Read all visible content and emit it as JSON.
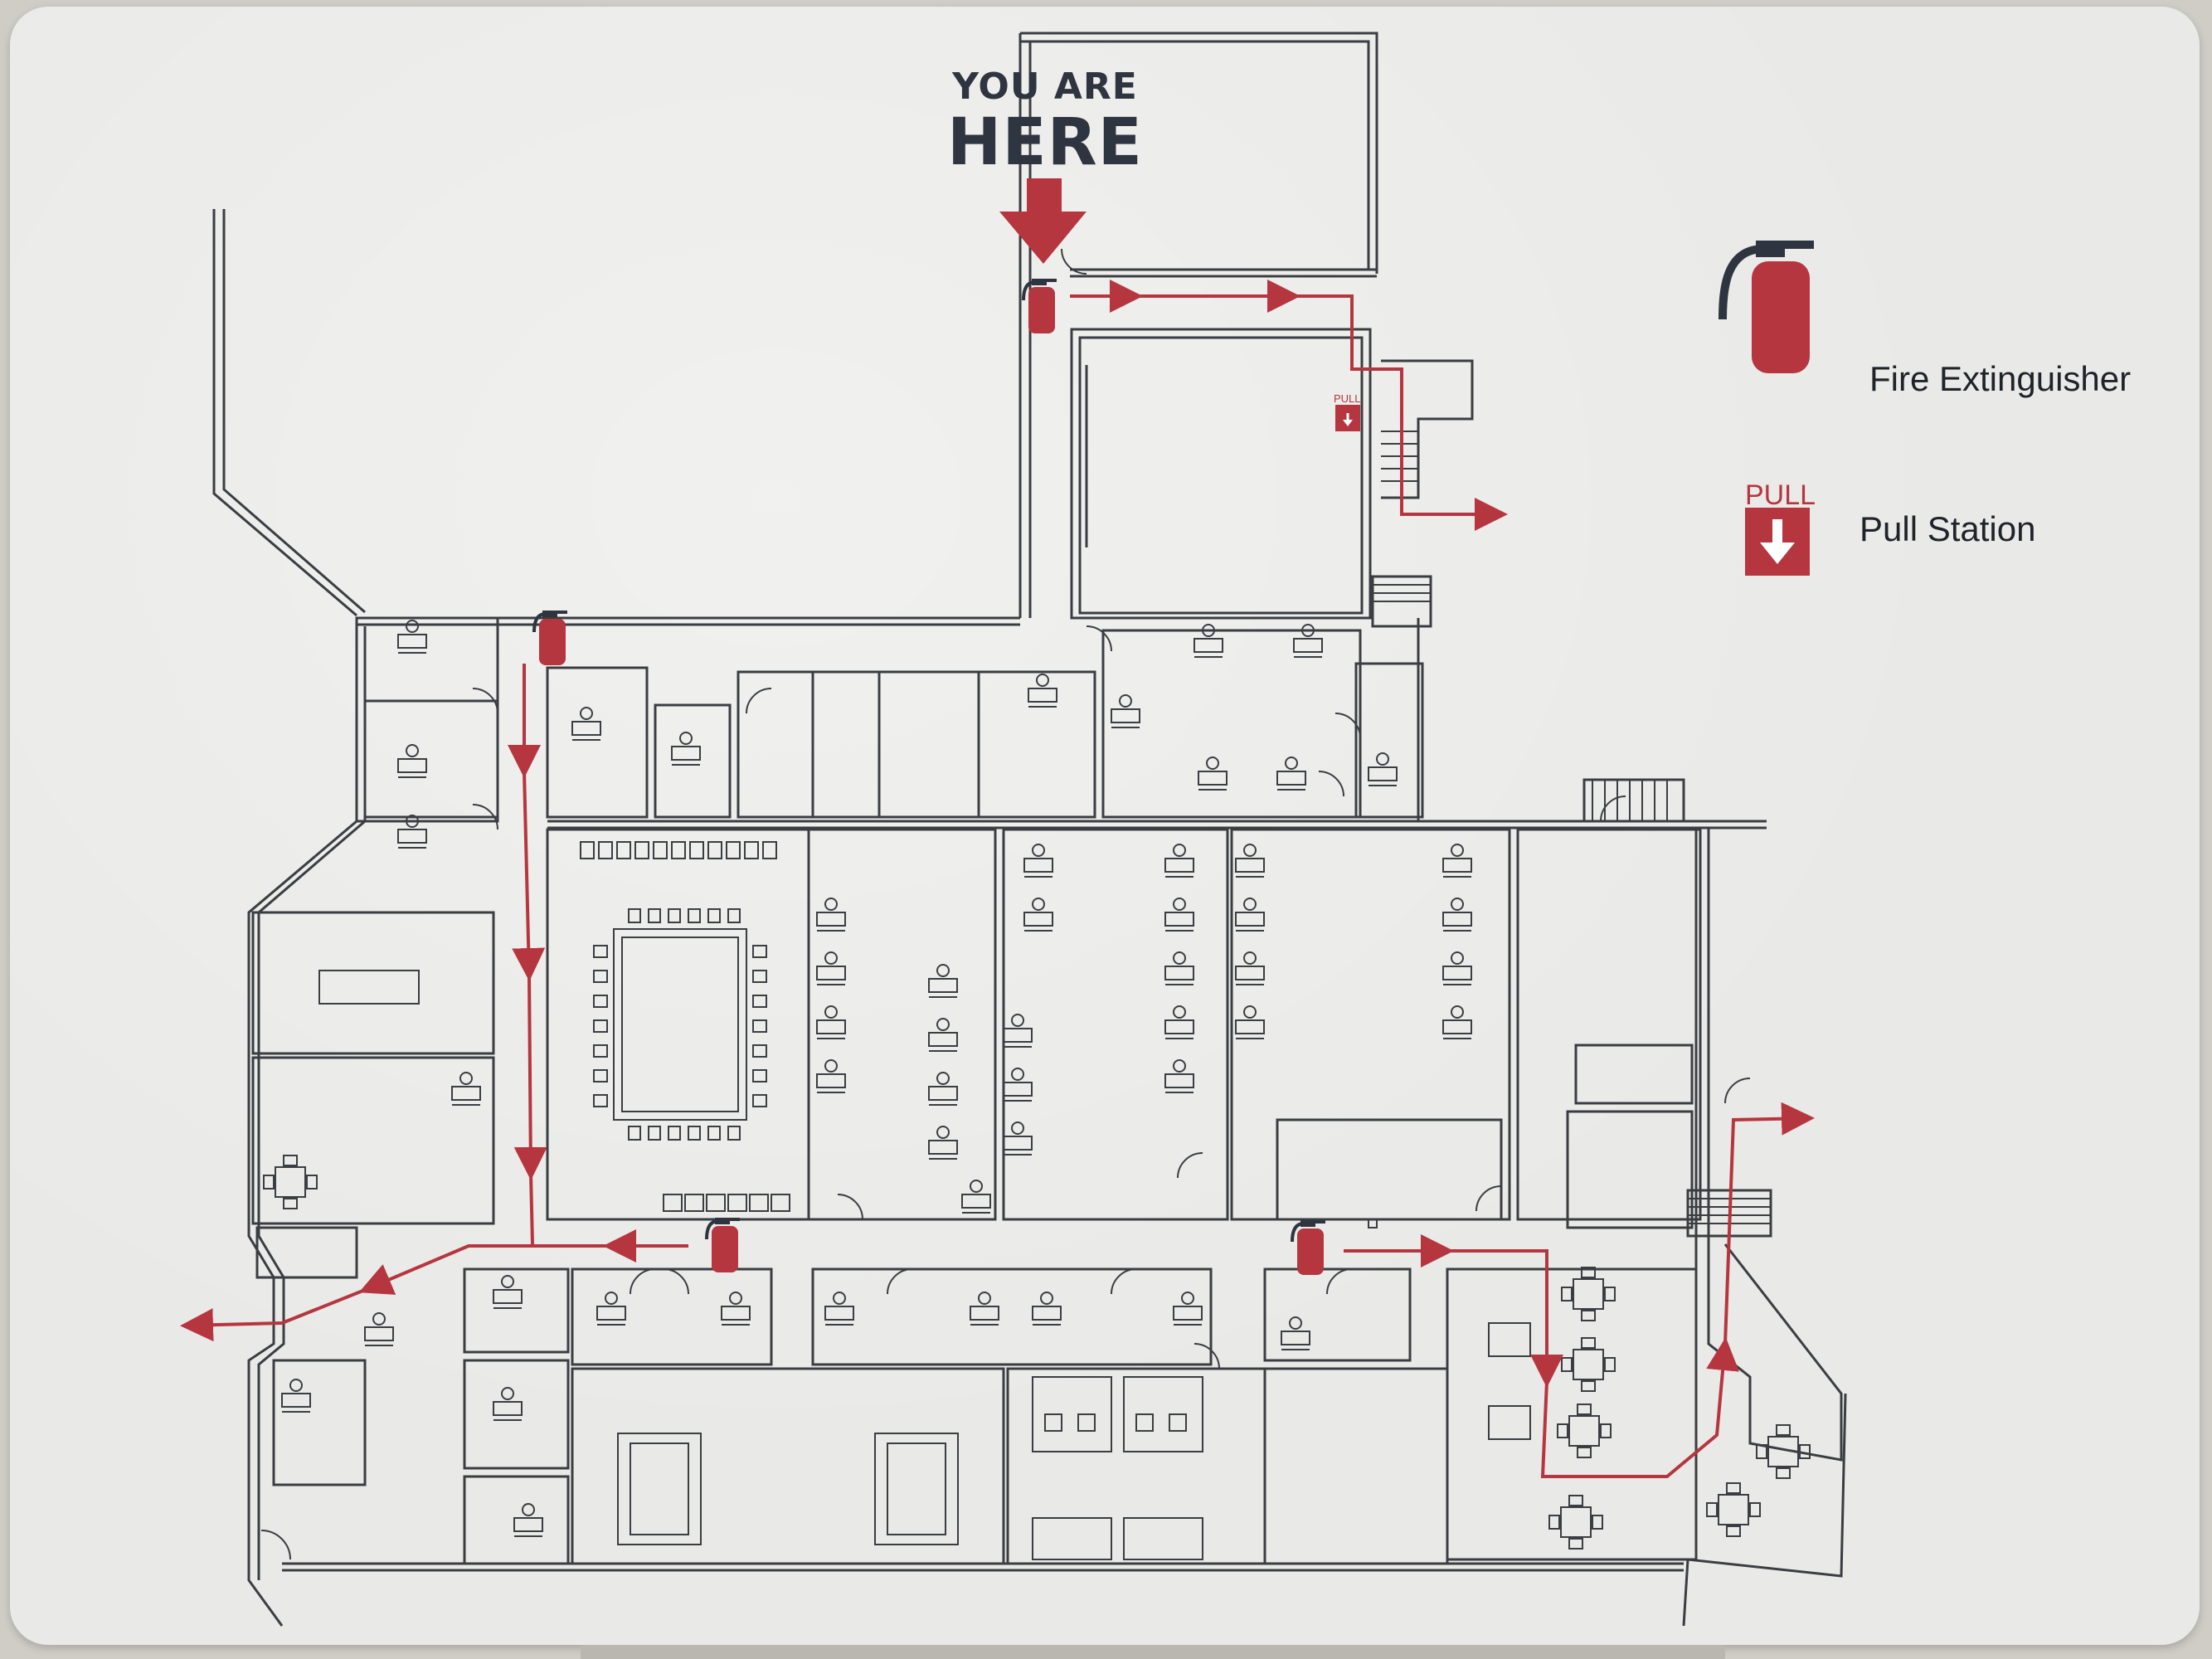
{
  "marker": {
    "line1": "YOU ARE",
    "line2": "HERE"
  },
  "legend": {
    "fire_extinguisher": "Fire Extinguisher",
    "pull_station": "Pull Station",
    "pull_text": "PULL",
    "pull_small": "PULL"
  },
  "colors": {
    "route": "#b5363f",
    "walls": "#3a3d42",
    "text": "#2f3540",
    "sign": "#e9e9e7"
  },
  "icons": [
    "fire-extinguisher-icon",
    "pull-station-icon",
    "you-are-here-arrow-icon",
    "exit-arrow-icon"
  ]
}
